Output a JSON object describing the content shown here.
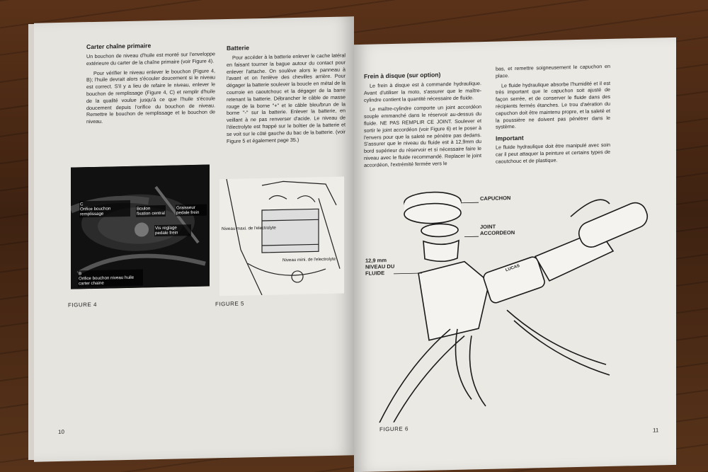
{
  "left_page": {
    "col1": {
      "title": "Carter chaîne primaire",
      "para1": "Un bouchon de niveau d'huile est monté sur l'enveloppe extérieure du carter de la chaîne primaire (voir Figure 4).",
      "para2": "Pour vérifier le niveau enlever le bouchon (Figure 4, B); l'huile devrait alors s'écouler doucement si le niveau est correct. S'il y a lieu de refaire le niveau, enlever le bouchon de remplissage (Figure 4, C) et remplir d'huile de la qualité voulue jusqu'à ce que l'huile s'écoule doucement depuis l'orifice du bouchon de niveau. Remettre le bouchon de remplissage et le bouchon de niveau."
    },
    "col2": {
      "title": "Batterie",
      "para1": "Pour accéder à la batterie enlever le cache latéral en faisant tourner la bague autour du contact pour enlever l'attache. On soulève alors le panneau à l'avant et on l'enlève des chevilles arrière. Pour dégager la batterie soulever la boucle en métal de la courroie en caoutchouc et la dégager de la barre retenant la batterie. Débrancher le câble de masse rouge de la borne \"+\" et le câble bleu/brun de la borne \"-\" sur la batterie. Enlever la batterie, en veillant à ne pas renverser d'acide. Le niveau de l'électrolyte est frappé sur le boîtier de la batterie et se voit sur le côté gauche du bac de la batterie. (voir Figure 5 et également page 35.)"
    },
    "figure4": {
      "caption": "FIGURE 4",
      "label_c": "C\nOrifice bouchon remplissage",
      "label_boulon": "Boulon fixation central",
      "label_graisseur": "Graisseur pedale frein",
      "label_vis": "Vis reglage pedale frein",
      "label_b": "B\nOrifice bouchon niveau huile carter chaine"
    },
    "figure5": {
      "caption": "FIGURE 5",
      "label_max": "Niveau maxi. de l'electrolyte",
      "label_min": "Niveau mini. de l'electrolyte"
    },
    "page_number": "10"
  },
  "right_page": {
    "col1": {
      "title": "Frein à disque (sur option)",
      "para1": "Le frein à disque est à commande hydraulique. Avant d'utiliser la moto, s'assurer que le maître-cylindre contient la quantité nécessaire de fluide.",
      "para2": "Le maître-cylindre comporte un joint accordéon souple emmanché dans le réservoir au-dessus du fluide. NE PAS REMPLIR CE JOINT. Soulever et sortir le joint accordéon (voir Figure 6) et le poser à l'envers pour que la saleté ne pénètre pas dedans. S'assurer que le niveau du fluide est à 12,9mm du bord supérieur du réservoir et si nécessaire faire le niveau avec le fluide recommandé. Replacer le joint accordéon, l'extrémité fermée vers le"
    },
    "col2": {
      "para1": "bas, et remettre soigneusement le capuchon en place.",
      "para2": "Le fluide hydraulique absorbe l'humidité et il est très important que le capuchon soit ajusté de façon serrée, et de conserver le fluide dans des récipients fermés étanches. Le trou d'aération du capuchon doit être maintenu propre, et la saleté et la poussière ne doivent pas pénétrer dans le système.",
      "subtitle": "Important",
      "para3": "Le fluide hydraulique doit être manipulé avec soin car il peut attaquer la peinture et certains types de caoutchouc et de plastique."
    },
    "figure6": {
      "caption": "FIGURE 6",
      "label_capuchon": "CAPUCHON",
      "label_joint": "JOINT\nACCORDEON",
      "label_niveau": "12,9 mm\nNIVEAU DU\nFLUIDE",
      "label_lucas": "LUCAS"
    },
    "page_number": "11"
  }
}
